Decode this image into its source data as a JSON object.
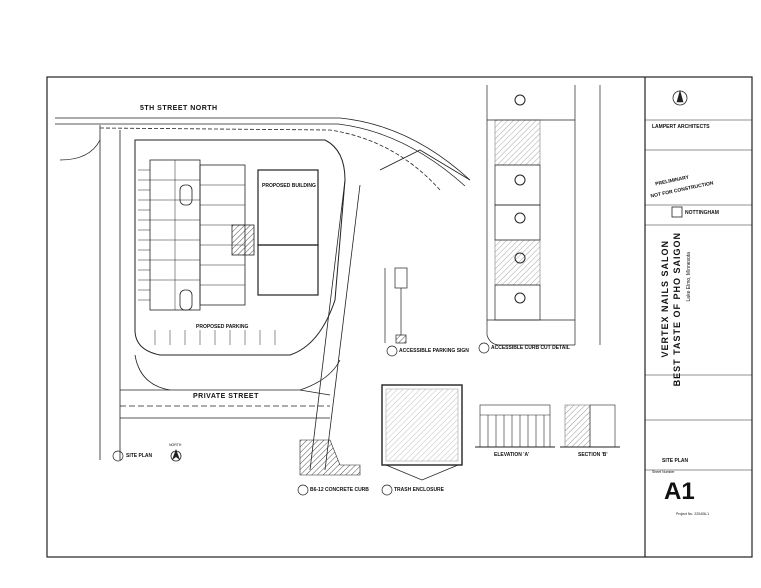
{
  "streets": {
    "north": "5TH STREET NORTH",
    "private": "PRIVATE STREET"
  },
  "labels": {
    "proposed_building": "PROPOSED BUILDING",
    "proposed_parking": "PROPOSED PARKING",
    "north_arrow": "NORTH"
  },
  "details": {
    "site_plan": "SITE PLAN",
    "concrete_curb": "B6-12 CONCRETE CURB",
    "trash_enclosure": "TRASH ENCLOSURE",
    "accessible_sign": "ACCESSIBLE PARKING SIGN",
    "accessible_curb": "ACCESSIBLE CURB CUT DETAIL",
    "elevation_a": "ELEVATION 'A'",
    "section_b": "SECTION 'B'"
  },
  "title_block": {
    "architect": "LAMPERT ARCHITECTS",
    "stamp_top": "PRELIMINARY",
    "stamp_bottom": "NOT FOR CONSTRUCTION",
    "developer": "NOTTINGHAM",
    "project_line1": "VERTEX NAILS SALON",
    "project_line2": "BEST TASTE OF PHO SAIGON",
    "location": "Lake Elmo, Minnesota",
    "sheet_title": "SITE PLAN",
    "sheet_number_label": "Sheet Number",
    "sheet_number": "A1",
    "project_no": "Project No. 220406-1"
  }
}
